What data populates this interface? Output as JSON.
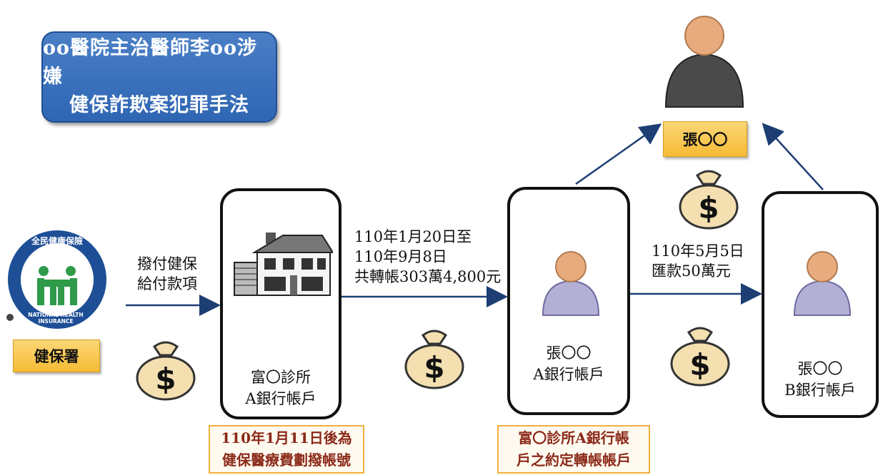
{
  "title": {
    "line1": "oo醫院主治醫師李oo涉嫌",
    "line2": "健保詐欺案犯罪手法"
  },
  "nhi": {
    "emblem_top": "全民健康保險",
    "emblem_ring": "NATIONAL HEALTH INSURANCE",
    "label": "健保署"
  },
  "flow1": {
    "line1": "撥付健保",
    "line2": "給付款項"
  },
  "clinic": {
    "line1": "富〇診所",
    "line2": "A銀行帳戶"
  },
  "flow2": {
    "line1": "110年1月20日至",
    "line2": "110年9月8日",
    "line3": "共轉帳303萬4,800元"
  },
  "zhang_a": {
    "line1": "張〇〇",
    "line2": "A銀行帳戶"
  },
  "flow3": {
    "line1": "110年5月5日",
    "line2": "匯款50萬元"
  },
  "zhang_b": {
    "line1": "張〇〇",
    "line2": "B銀行帳戶"
  },
  "zhang_top": {
    "label": "張〇〇"
  },
  "callout1": {
    "line1": "110年1月11日後為",
    "line2": "健保醫療費劃撥帳號"
  },
  "callout2": {
    "line1": "富〇診所A銀行帳",
    "line2": "戶之約定轉帳帳戶"
  },
  "money_symbol": "$",
  "colors": {
    "title_bg": "#2f66b3",
    "label_bg": "#f6bb35",
    "nhi_green": "#2e9a4a",
    "nhi_blue": "#1e4f96",
    "person_body": "#b3b0d6",
    "boss_body": "#4a4a4a"
  }
}
